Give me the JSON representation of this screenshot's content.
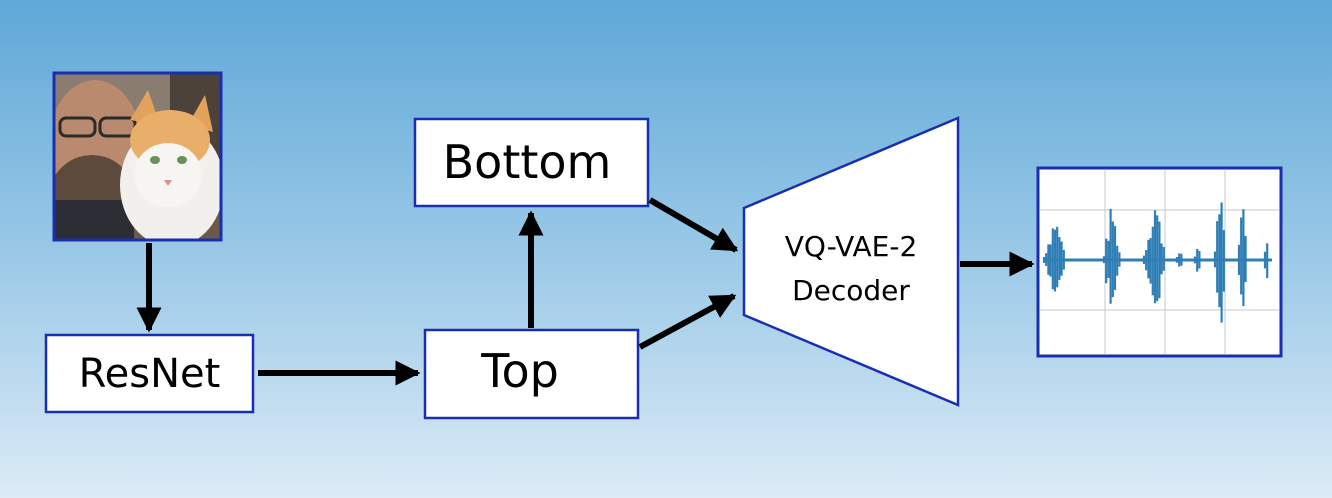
{
  "diagram": {
    "nodes": {
      "photo": {
        "icon": "person-with-cat-photo"
      },
      "resnet": {
        "label": "ResNet"
      },
      "top": {
        "label": "Top"
      },
      "bottom": {
        "label": "Bottom"
      },
      "decoder": {
        "label_line1": "VQ-VAE-2",
        "label_line2": "Decoder"
      },
      "waveform": {
        "icon": "audio-waveform-plot"
      }
    },
    "colors": {
      "box_border": "#1a2fb0",
      "box_fill": "#ffffff",
      "arrow": "#000000",
      "waveform": "#2f7fb5",
      "background_top": "#5fa8d8",
      "background_bottom": "#dcebf6"
    }
  }
}
